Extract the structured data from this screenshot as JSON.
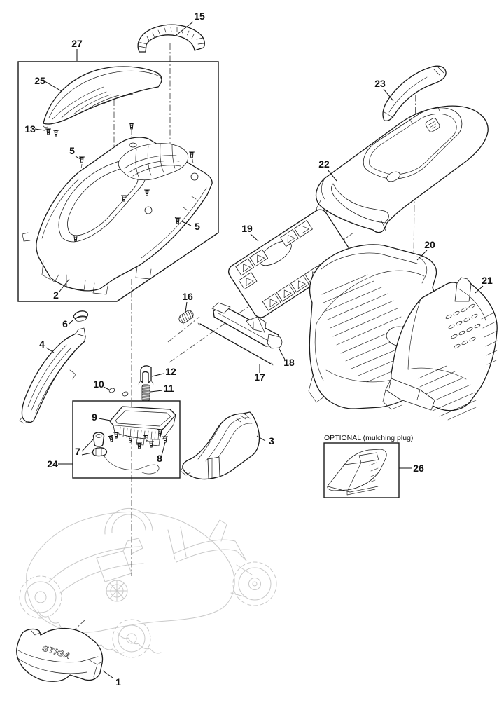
{
  "diagram": {
    "optional_box": {
      "title": "OPTIONAL (mulching plug)"
    },
    "brand": {
      "logo_text": "STIGA"
    },
    "callouts": {
      "c1": "1",
      "c2": "2",
      "c3": "3",
      "c4": "4",
      "c5a": "5",
      "c5b": "5",
      "c6": "6",
      "c7": "7",
      "c8": "8",
      "c9": "9",
      "c10": "10",
      "c11": "11",
      "c12": "12",
      "c13": "13",
      "c15": "15",
      "c16": "16",
      "c17": "17",
      "c18": "18",
      "c19": "19",
      "c20": "20",
      "c21": "21",
      "c22": "22",
      "c23": "23",
      "c24": "24",
      "c25": "25",
      "c26": "26",
      "c27": "27"
    }
  }
}
